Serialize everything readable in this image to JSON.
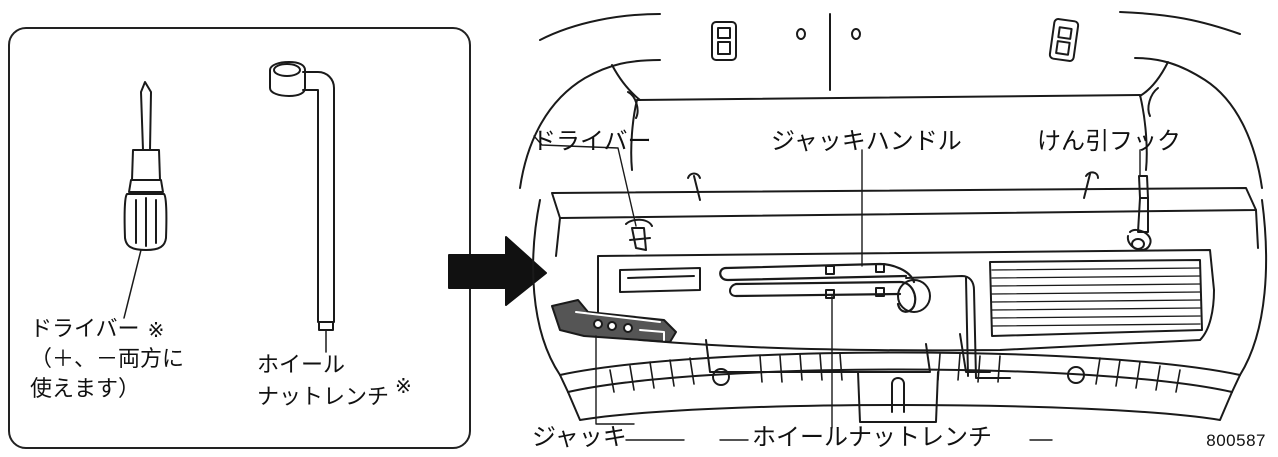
{
  "inset": {
    "driver_label": "ドライバー",
    "driver_mark": "※",
    "driver_note_1": "（＋、－両方に",
    "driver_note_2": "使えます）",
    "wrench_label_1": "ホイール",
    "wrench_label_2": "ナットレンチ",
    "wrench_mark": "※"
  },
  "main": {
    "label_driver": "ドライバー",
    "label_jack_handle": "ジャッキハンドル",
    "label_tow_hook": "けん引フック",
    "label_jack": "ジャッキ",
    "label_wheel_nut_wrench": "ホイールナットレンチ"
  },
  "figure_code": "800587",
  "icons": {
    "arrow": "arrow-right-icon"
  },
  "colors": {
    "line": "#1a1a1a",
    "arrow": "#111111",
    "background": "#ffffff"
  }
}
